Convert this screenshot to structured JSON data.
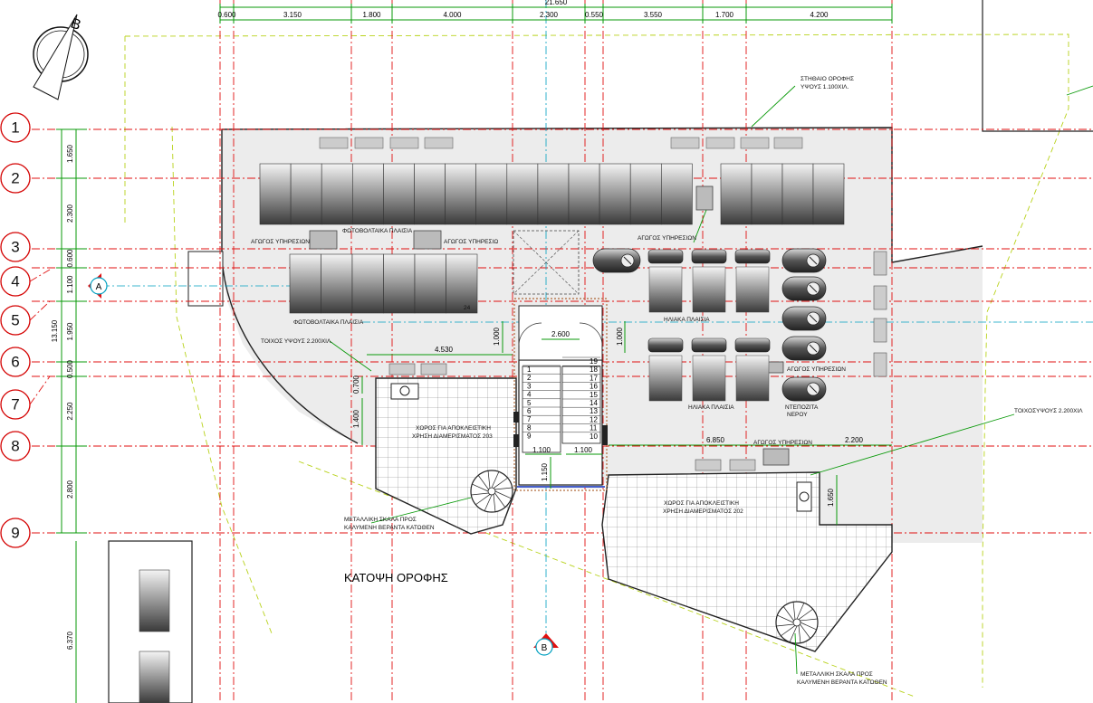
{
  "drawing": {
    "title": "ΚΑΤΟΨΗ ΟΡΟΦΗΣ",
    "north_letter": "B",
    "section_a": "A",
    "section_b": "B"
  },
  "grid_rows": [
    "1",
    "2",
    "3",
    "4",
    "5",
    "6",
    "7",
    "8",
    "9"
  ],
  "top_dimensions": {
    "total": "21.650",
    "segments": [
      "0.600",
      "3.150",
      "1.800",
      "4.000",
      "2.300",
      "0.550",
      "3.550",
      "1.700",
      "4.200"
    ]
  },
  "left_dimensions": {
    "total": "13.150",
    "segments": [
      "1.650",
      "2.300",
      "0.600",
      "1.100",
      "1.950",
      "0.500",
      "2.250",
      "2.800"
    ],
    "lower": "6.370"
  },
  "inner_dimensions": {
    "d_2600": "2.600",
    "d_1000a": "1.000",
    "d_1000b": "1.000",
    "d_4530": "4.530",
    "d_0700": "0.700",
    "d_1400": "1.400",
    "d_6850": "6.850",
    "d_2200": "2.200",
    "d_1650": "1.650",
    "d_1150": "1.150",
    "d_1100a": "1.100",
    "d_1100b": "1.100"
  },
  "labels": {
    "stithaio": "ΣΤΗΘΑΙΟ ΟΡΟΦΗΣ",
    "stithaio_h": "ΥΨΟΥΣ 1.100ΧΙΛ.",
    "pv_panels_1": "ΦΩΤΟΒΟΛΤΑΙΚΑ ΠΛΑΙΣΙΑ",
    "pv_panels_2": "ΦΩΤΟΒΟΛΤΑΙΚΑ ΠΛΑΙΣΙΑ",
    "agogos_1": "ΑΓΩΓΟΣ ΥΠΗΡΕΣΙΩΝ",
    "agogos_2": "ΑΓΩΓΟΣ ΥΠΗΡΕΣΙΩ",
    "agogos_3": "ΑΓΩΓΟΣ ΥΠΗΡΕΣΙΩΝ",
    "agogos_4": "ΑΓΩΓΟΣ ΥΠΗΡΕΣΙΩΝ",
    "agogos_5": "ΑΓΩΓΟΣ ΥΠΗΡΕΣΙΩΝ",
    "solar_1": "ΗΛΙΑΚΑ ΠΛΑΙΣΙΑ",
    "solar_2": "ΗΛΙΑΚΑ ΠΛΑΙΣΙΑ",
    "tanks_1": "ΝΤΕΠΟΖΙΤΑ",
    "tanks_2": "ΝΕΡΟΥ",
    "wall_left": "ΤΟΙΧΟΣ ΥΨΟΥΣ 2.200ΧΙΛ.",
    "wall_right": "ΤΟΙΧΟΣΥΨΟΥΣ 2.200ΧΙΛ",
    "space203_1": "ΧΩΡΟΣ ΓΙΑ ΑΠΟΚΛΕΙΣΤΙΚΗ",
    "space203_2": "ΧΡΗΣΗ ΔΙΑΜΕΡΙΣΜΑΤΟΣ 203",
    "space202_1": "ΧΩΡΟΣ ΓΙΑ ΑΠΟΚΛΕΙΣΤΙΚΗ",
    "space202_2": "ΧΡΗΣΗ ΔΙΑΜΕΡΙΣΜΑΤΟΣ 202",
    "stair_left_1": "ΜΕΤΑΛΛΙΚΗ ΣΚΑΛΑ ΠΡΟΣ",
    "stair_left_2": "ΚΑΛΥΜΕΝΗ ΒΕΡΑΝΤΑ ΚΑΤΩΘΕΝ",
    "stair_right_1": "ΜΕΤΑΛΛΙΚΗ ΣΚΑΛΑ ΠΡΟΣ",
    "stair_right_2": "ΚΑΛΥΜΕΝΗ ΒΕΡΑΝΤΑ ΚΑΤΩΘΕΝ",
    "panel_count": "24"
  },
  "stair_left": [
    "1",
    "2",
    "3",
    "4",
    "5",
    "6",
    "7",
    "8",
    "9"
  ],
  "stair_right": [
    "19",
    "18",
    "17",
    "16",
    "15",
    "14",
    "13",
    "12",
    "11",
    "10"
  ],
  "colors": {
    "grid": "#e01010",
    "dimension": "#0a9a0a",
    "axis": "#00a0c0",
    "roof_fill": "#ececec",
    "site_boundary": "#b8d21a"
  }
}
